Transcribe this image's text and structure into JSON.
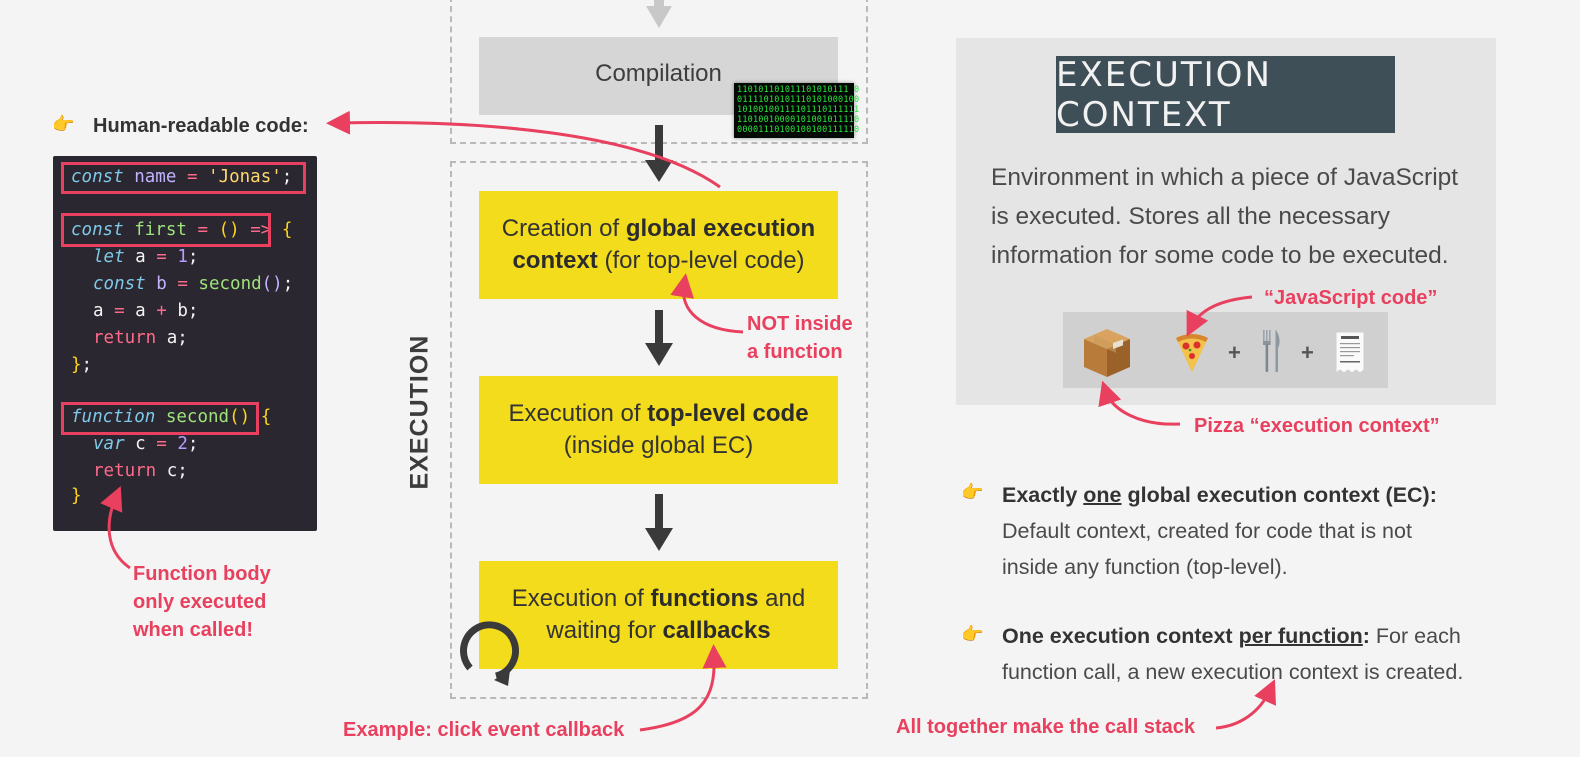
{
  "left": {
    "human_readable_label": "Human-readable code:",
    "code_lines": [
      "const name = 'Jonas';",
      "const first = () => {",
      "let a = 1;",
      "const b = second();",
      "a = a + b;",
      "return a;",
      "};",
      "function second() {",
      "var c = 2;",
      "return c;",
      "}"
    ],
    "function_body_note": [
      "Function body",
      "only executed",
      "when called!"
    ]
  },
  "center": {
    "compilation_label": "Compilation",
    "binary_text": "110101101011101010111 0\n01111010101110101000100\n10100100111101110111111\n11010010000101001011110\n00001110100100100111110",
    "execution_label": "EXECUTION",
    "box1": {
      "pre": "Creation of ",
      "bold1": "global execution",
      "bold2": "context",
      "post": " (for top-level code)"
    },
    "box2": {
      "pre": "Execution of ",
      "bold": "top-level code",
      "line2": "(inside global EC)"
    },
    "box3": {
      "pre": "Execution of ",
      "bold1": "functions",
      "mid": " and",
      "line2_pre": "waiting for ",
      "bold2": "callbacks"
    },
    "not_inside_note": [
      "NOT inside",
      "a function"
    ],
    "example_note": "Example: click event callback"
  },
  "right": {
    "ec_title": "EXECUTION CONTEXT",
    "ec_description": [
      "Environment in which a piece of JavaScript",
      "is executed. Stores all the necessary",
      "information for some code to be executed."
    ],
    "js_code_note": "“JavaScript code”",
    "pizza_note": "Pizza “execution context”",
    "plus": "+",
    "bullet1": {
      "bold_pre": "Exactly ",
      "bold_underlined": "one",
      "bold_post": " global execution context (EC):",
      "text_lines": [
        "Default context, created for code that is not",
        "inside any function (top-level)."
      ]
    },
    "bullet2": {
      "bold_pre": "One execution context ",
      "bold_underlined": "per function",
      "bold_post": ":",
      "text_first": " For each",
      "text_line2": "function call, a new execution context is created."
    },
    "call_stack_note": "All together make the call stack"
  },
  "colors": {
    "accent": "#e8405e",
    "yellow": "#f3dc1c",
    "title_bg": "#3f4f57",
    "code_bg": "#2a2730"
  },
  "icons": [
    "pointing-hand-icon",
    "box-icon",
    "pizza-icon",
    "cutlery-icon",
    "receipt-icon",
    "loop-icon"
  ]
}
